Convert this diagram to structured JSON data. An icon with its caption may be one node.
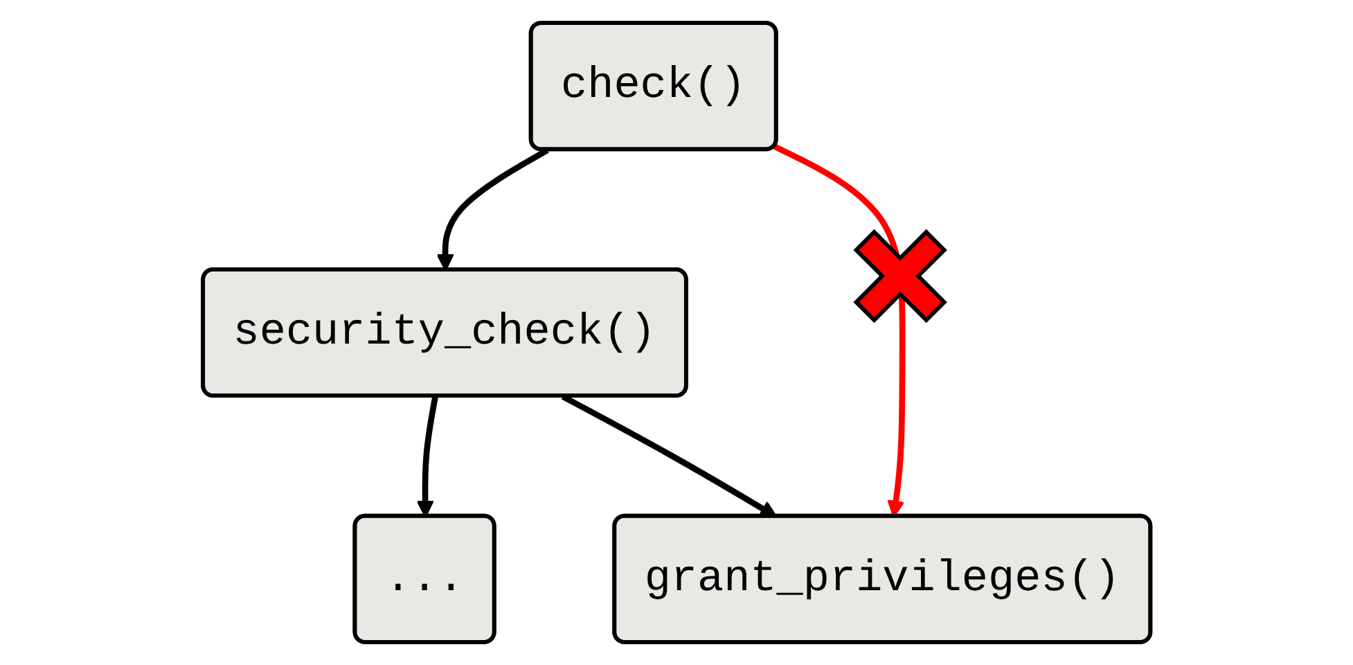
{
  "diagram": {
    "nodes": [
      {
        "text": [
          "check()"
        ]
      },
      {
        "text": [
          "security_check()"
        ]
      },
      {
        "text": [
          "..."
        ]
      },
      {
        "text": [
          "grant_privileges()"
        ]
      }
    ],
    "edges": [
      {
        "from": 0,
        "to": 1,
        "arrow": "to"
      },
      {
        "from": 1,
        "to": 2,
        "arrow": "to"
      },
      {
        "from": 1,
        "to": 3,
        "arrow": "to"
      },
      {
        "from": 0,
        "to": 3,
        "arrow": "to",
        "color": "#ff0000"
      }
    ]
  }
}
